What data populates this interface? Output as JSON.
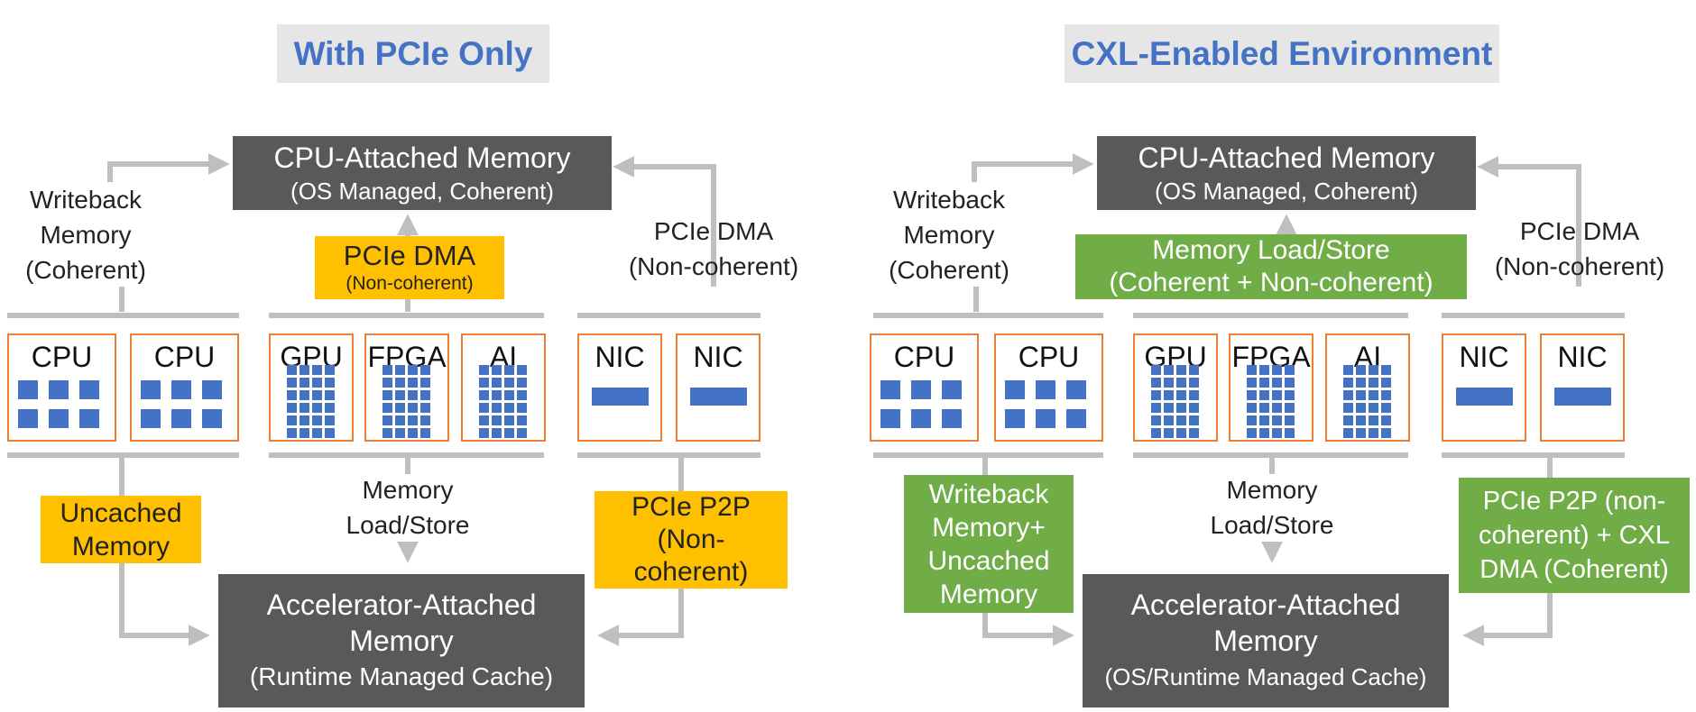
{
  "colors": {
    "title_bg": "#e6e6e6",
    "title_text": "#4472c4",
    "memory_box": "#595959",
    "pcie_highlight": "#ffc000",
    "cxl_highlight": "#70ad47",
    "device_border": "#ed7d31",
    "device_blocks": "#4472c4",
    "connector": "#bfbfbf"
  },
  "left": {
    "title": "With PCIe Only",
    "cpu_memory": {
      "line1": "CPU-Attached Memory",
      "line2": "(OS Managed, Coherent)"
    },
    "writeback": [
      "Writeback",
      "Memory",
      "(Coherent)"
    ],
    "pcie_dma_center": {
      "line1": "PCIe DMA",
      "line2": "(Non-coherent)"
    },
    "pcie_dma_right": [
      "PCIe DMA",
      "(Non-coherent)"
    ],
    "devices": {
      "cpu1": "CPU",
      "cpu2": "CPU",
      "gpu": "GPU",
      "fpga": "FPGA",
      "ai": "AI",
      "nic1": "NIC",
      "nic2": "NIC"
    },
    "uncached": [
      "Uncached",
      "Memory"
    ],
    "load_store": [
      "Memory",
      "Load/Store"
    ],
    "p2p": [
      "PCIe P2P",
      "(Non-",
      "coherent)"
    ],
    "acc_memory": {
      "line1": "Accelerator-Attached",
      "line2": "Memory",
      "line3": "(Runtime Managed Cache)"
    }
  },
  "right": {
    "title": "CXL-Enabled Environment",
    "cpu_memory": {
      "line1": "CPU-Attached Memory",
      "line2": "(OS Managed, Coherent)"
    },
    "writeback": [
      "Writeback",
      "Memory",
      "(Coherent)"
    ],
    "mem_load_store": [
      "Memory Load/Store",
      "(Coherent + Non-coherent)"
    ],
    "pcie_dma_right": [
      "PCIe DMA",
      "(Non-coherent)"
    ],
    "devices": {
      "cpu1": "CPU",
      "cpu2": "CPU",
      "gpu": "GPU",
      "fpga": "FPGA",
      "ai": "AI",
      "nic1": "NIC",
      "nic2": "NIC"
    },
    "writeback_uncached": [
      "Writeback",
      "Memory+",
      "Uncached",
      "Memory"
    ],
    "load_store": [
      "Memory",
      "Load/Store"
    ],
    "p2p_cxl": [
      "PCIe P2P (non-",
      "coherent) + CXL",
      "DMA  (Coherent)"
    ],
    "acc_memory": {
      "line1": "Accelerator-Attached",
      "line2": "Memory",
      "line3": "(OS/Runtime Managed Cache)"
    }
  }
}
